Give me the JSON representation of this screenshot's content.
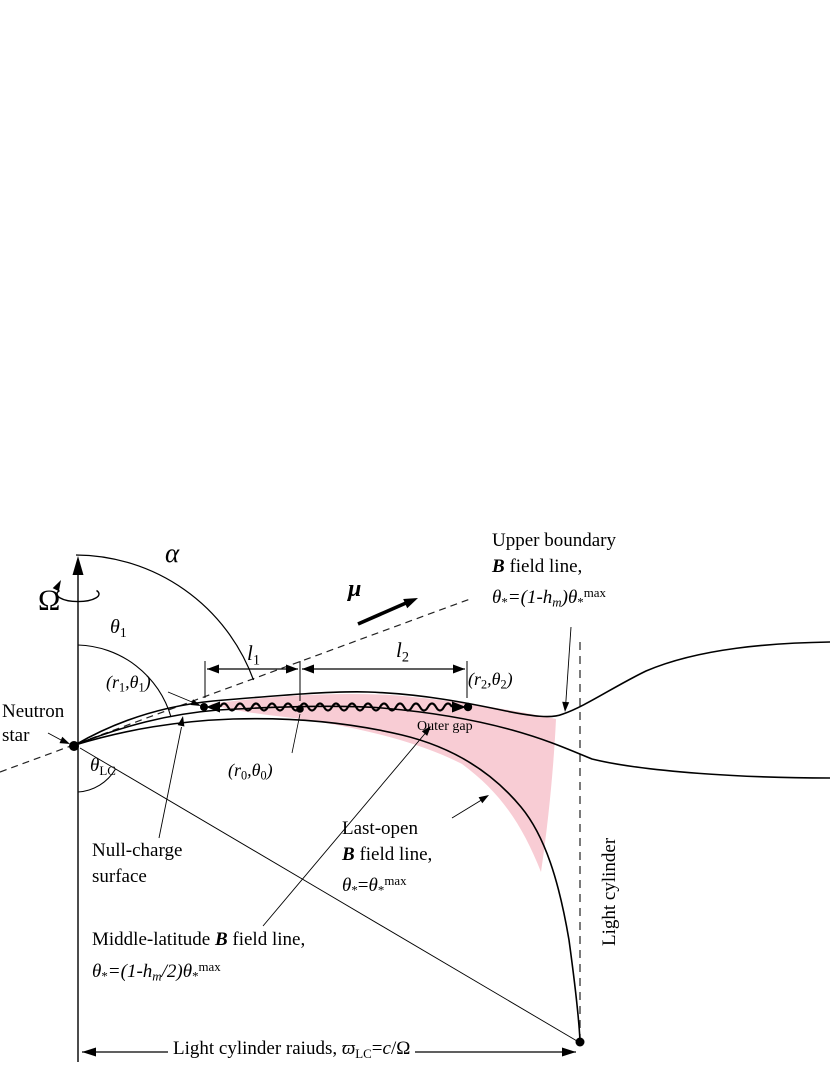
{
  "figure": {
    "colors": {
      "gap_fill": "#f8ccd4",
      "line": "#000000"
    },
    "labels": {
      "omega": "Ω",
      "alpha": "α",
      "mu": "μ",
      "neutron1": "Neutron",
      "neutron2": "star",
      "null1": "Null-charge",
      "null2": "surface",
      "outer_gap": "Outer gap",
      "light_cylinder": "Light cylinder",
      "upper_line1": "Upper boundary",
      "last_line1": "Last-open"
    },
    "rich": {
      "theta1": [
        {
          "t": "θ",
          "s": "i"
        },
        {
          "t": "1",
          "s": "sub"
        }
      ],
      "theta_lc": [
        {
          "t": "θ",
          "s": "i"
        },
        {
          "t": "LC",
          "s": "sub"
        }
      ],
      "r1": [
        {
          "t": "(r",
          "s": "i"
        },
        {
          "t": "1",
          "s": "sub"
        },
        {
          "t": ",θ",
          "s": "i"
        },
        {
          "t": "1",
          "s": "sub"
        },
        {
          "t": ")",
          "s": "i"
        }
      ],
      "r0": [
        {
          "t": "(r",
          "s": "i"
        },
        {
          "t": "0",
          "s": "sub"
        },
        {
          "t": ",θ",
          "s": "i"
        },
        {
          "t": "0",
          "s": "sub"
        },
        {
          "t": ")",
          "s": "i"
        }
      ],
      "r2": [
        {
          "t": "(r",
          "s": "i"
        },
        {
          "t": "2",
          "s": "sub"
        },
        {
          "t": ",θ",
          "s": "i"
        },
        {
          "t": "2",
          "s": "sub"
        },
        {
          "t": ")",
          "s": "i"
        }
      ],
      "l1": [
        {
          "t": "l",
          "s": "i"
        },
        {
          "t": "1",
          "s": "sub"
        }
      ],
      "l2": [
        {
          "t": "l",
          "s": "i"
        },
        {
          "t": "2",
          "s": "sub"
        }
      ],
      "upper_line2": [
        {
          "t": "B",
          "s": "b i"
        },
        {
          "t": " field line,"
        }
      ],
      "upper_eq": [
        {
          "t": "θ",
          "s": "i"
        },
        {
          "t": "*",
          "s": "sub"
        },
        {
          "t": "=(1-h",
          "s": "i"
        },
        {
          "t": "m",
          "s": "sub i"
        },
        {
          "t": ")",
          "s": "i"
        },
        {
          "t": "θ",
          "s": "i"
        },
        {
          "t": "*",
          "s": "sub"
        },
        {
          "t": "max",
          "s": "sup"
        }
      ],
      "last_line2": [
        {
          "t": "B",
          "s": "b i"
        },
        {
          "t": " field line,"
        }
      ],
      "last_eq": [
        {
          "t": "θ",
          "s": "i"
        },
        {
          "t": "*",
          "s": "sub"
        },
        {
          "t": "="
        },
        {
          "t": "θ",
          "s": "i"
        },
        {
          "t": "*",
          "s": "sub"
        },
        {
          "t": "max",
          "s": "sup"
        }
      ],
      "middle_line1": [
        {
          "t": "Middle-latitude "
        },
        {
          "t": "B",
          "s": "b i"
        },
        {
          "t": " field line,"
        }
      ],
      "middle_eq": [
        {
          "t": "θ",
          "s": "i"
        },
        {
          "t": "*",
          "s": "sub"
        },
        {
          "t": "=(1-h",
          "s": "i"
        },
        {
          "t": "m",
          "s": "sub i"
        },
        {
          "t": "/2)",
          "s": "i"
        },
        {
          "t": "θ",
          "s": "i"
        },
        {
          "t": "*",
          "s": "sub"
        },
        {
          "t": "max",
          "s": "sup"
        }
      ],
      "radius_label": [
        {
          "t": "Light cylinder raiuds,  "
        },
        {
          "t": "ϖ",
          "s": "i"
        },
        {
          "t": "LC",
          "s": "sub"
        },
        {
          "t": "="
        },
        {
          "t": "c",
          "s": "i"
        },
        {
          "t": "/Ω"
        }
      ]
    }
  }
}
